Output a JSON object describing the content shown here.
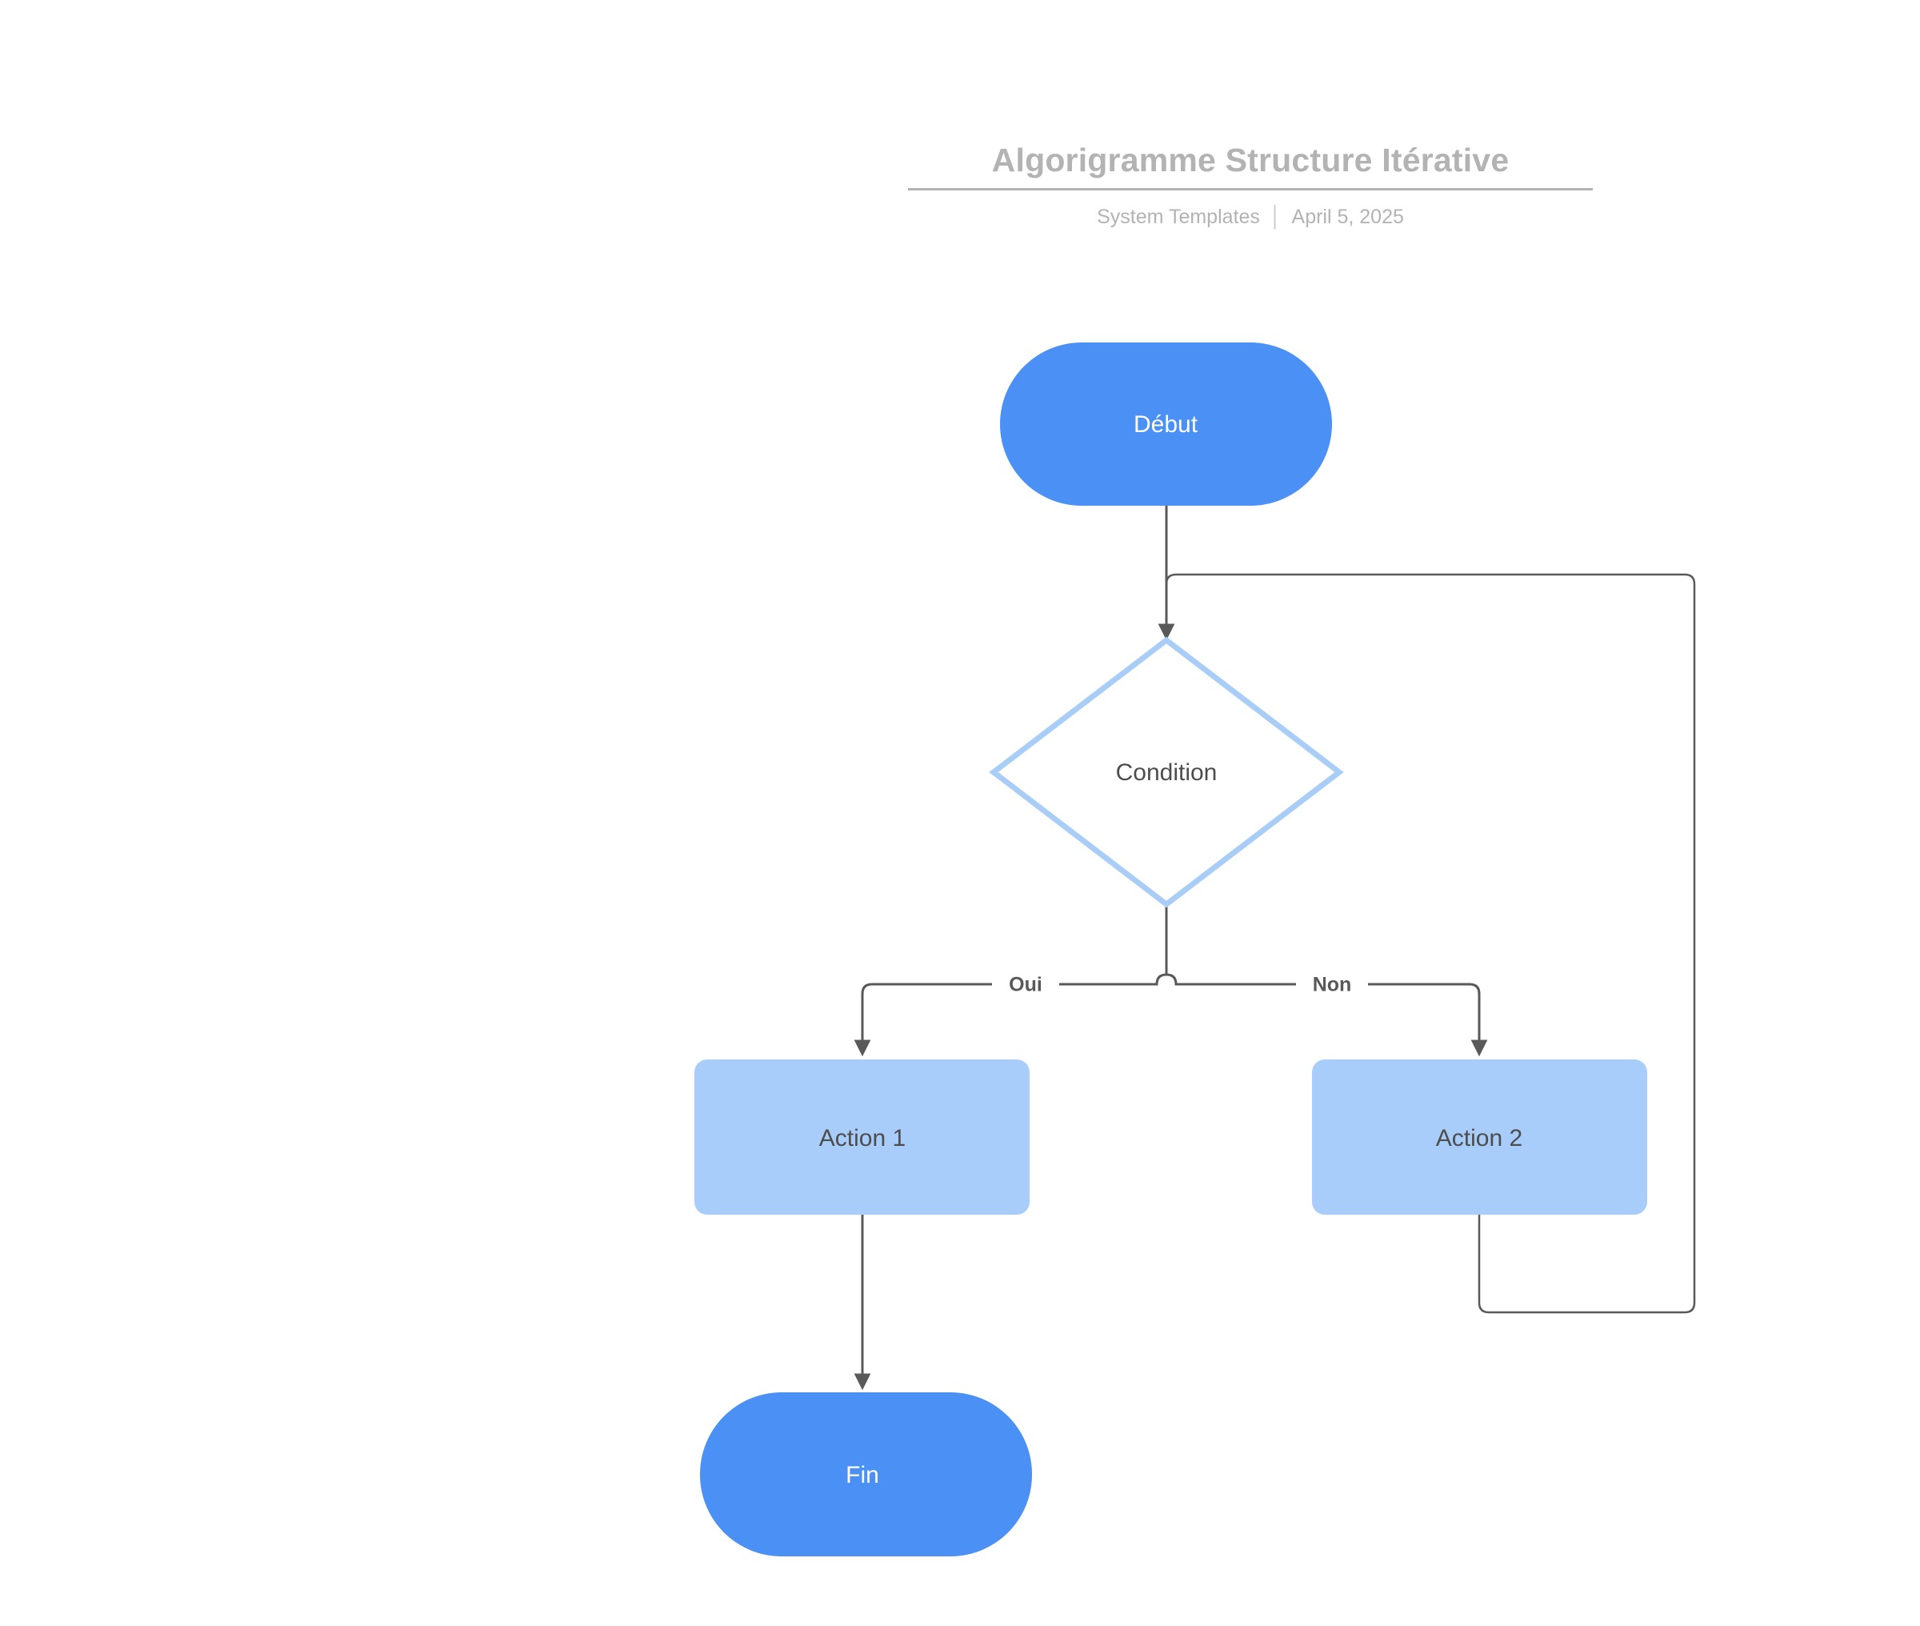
{
  "header": {
    "title": "Algorigramme Structure Itérative",
    "source": "System Templates",
    "separator": "│",
    "date": "April 5, 2025"
  },
  "colors": {
    "terminal_fill": "#4a90f5",
    "terminal_text": "#ffffff",
    "process_fill": "#a8cdfa",
    "process_text": "#4d4d4d",
    "decision_stroke": "#a8cdf7",
    "decision_fill": "#ffffff",
    "decision_text": "#4d4d4d",
    "edge_stroke": "#595959",
    "edge_label_text": "#595959",
    "header_text": "#b3b3b3",
    "background": "#ffffff"
  },
  "flowchart": {
    "type": "flowchart",
    "nodes": [
      {
        "id": "debut",
        "label": "Début",
        "shape": "stadium"
      },
      {
        "id": "condition",
        "label": "Condition",
        "shape": "diamond"
      },
      {
        "id": "action1",
        "label": "Action 1",
        "shape": "rounded-rect"
      },
      {
        "id": "action2",
        "label": "Action  2",
        "shape": "rounded-rect"
      },
      {
        "id": "fin",
        "label": "Fin",
        "shape": "stadium"
      }
    ],
    "edges": [
      {
        "from": "debut",
        "to": "condition",
        "label": ""
      },
      {
        "from": "condition",
        "to": "action1",
        "label": "Oui"
      },
      {
        "from": "condition",
        "to": "action2",
        "label": "Non"
      },
      {
        "from": "action1",
        "to": "fin",
        "label": ""
      },
      {
        "from": "action2",
        "to": "condition",
        "label": ""
      }
    ]
  }
}
